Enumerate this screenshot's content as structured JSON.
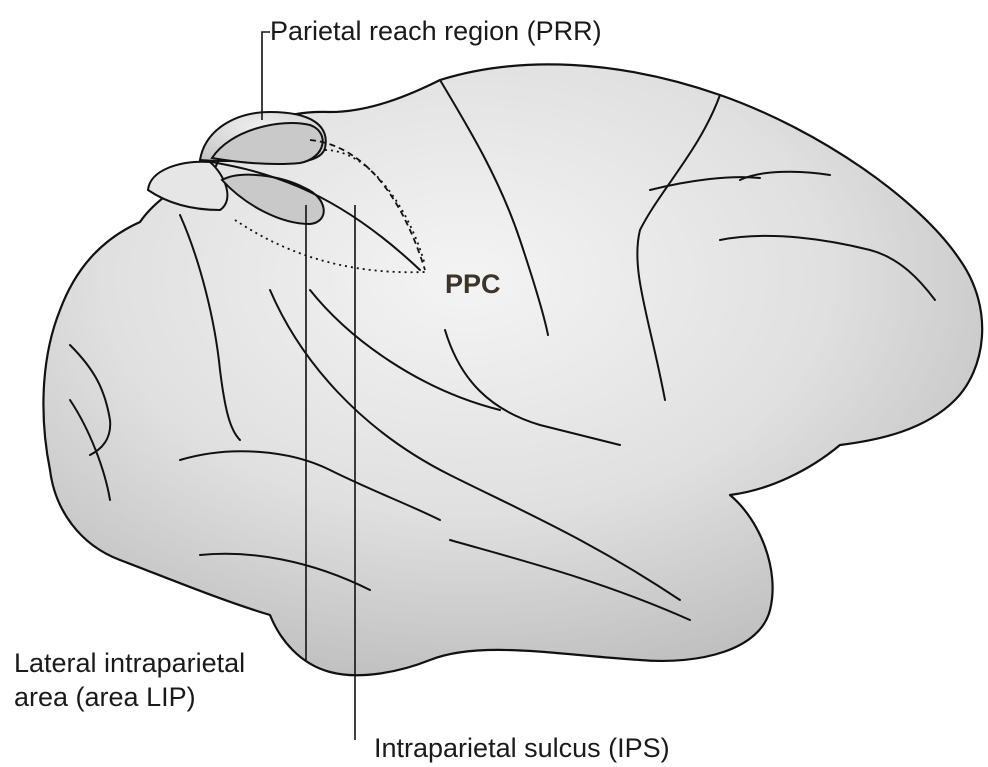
{
  "labels": {
    "prr": "Parietal reach region (PRR)",
    "ppc": "PPC",
    "lip_line1": "Lateral intraparietal",
    "lip_line2": "area (area LIP)",
    "ips": "Intraparietal sulcus (IPS)"
  },
  "colors": {
    "brain_light": "#f2f2f2",
    "brain_mid": "#d4d4d4",
    "brain_dark": "#b8b8b8",
    "outline": "#111111",
    "ppc_text": "#3a3528"
  }
}
